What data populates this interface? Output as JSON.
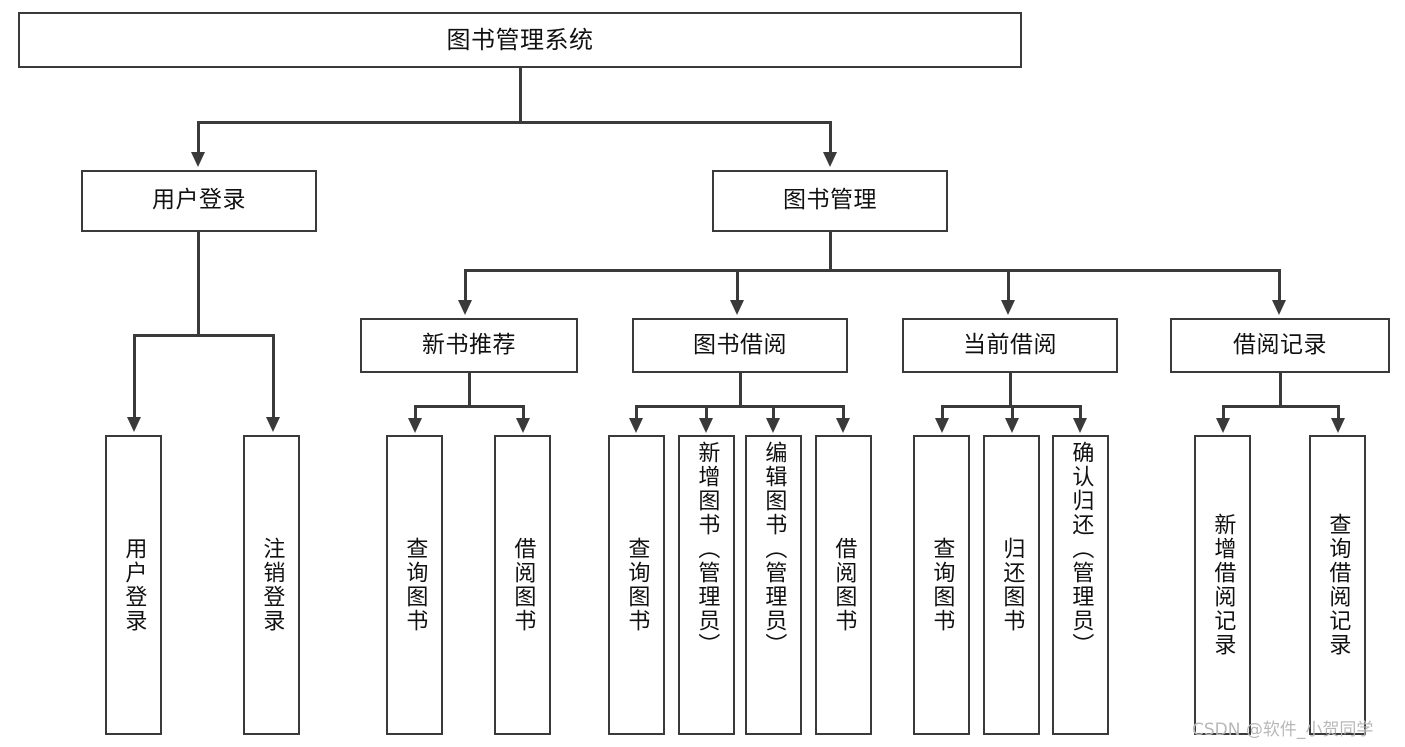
{
  "diagram": {
    "title": "图书管理系统",
    "type": "hierarchy-tree",
    "background_color": "#ffffff",
    "line_color": "#3a3a3a",
    "text_color": "#111111"
  },
  "root": {
    "label": "图书管理系统"
  },
  "level2": [
    {
      "label": "用户登录"
    },
    {
      "label": "图书管理"
    }
  ],
  "level3": [
    {
      "label": "新书推荐"
    },
    {
      "label": "图书借阅"
    },
    {
      "label": "当前借阅"
    },
    {
      "label": "借阅记录"
    }
  ],
  "leaves": {
    "user_login": [
      {
        "label": "用户登录"
      },
      {
        "label": "注销登录"
      }
    ],
    "new_book_recommend": [
      {
        "label": "查询图书"
      },
      {
        "label": "借阅图书"
      }
    ],
    "book_borrow": [
      {
        "label": "查询图书"
      },
      {
        "label": "新增图书（管理员）"
      },
      {
        "label": "编辑图书（管理员）"
      },
      {
        "label": "借阅图书"
      }
    ],
    "current_borrow": [
      {
        "label": "查询图书"
      },
      {
        "label": "归还图书"
      },
      {
        "label": "确认归还（管理员）"
      }
    ],
    "borrow_record": [
      {
        "label": "新增借阅记录"
      },
      {
        "label": "查询借阅记录"
      }
    ]
  },
  "watermark": {
    "text": "CSDN @软件_小贺同学"
  }
}
